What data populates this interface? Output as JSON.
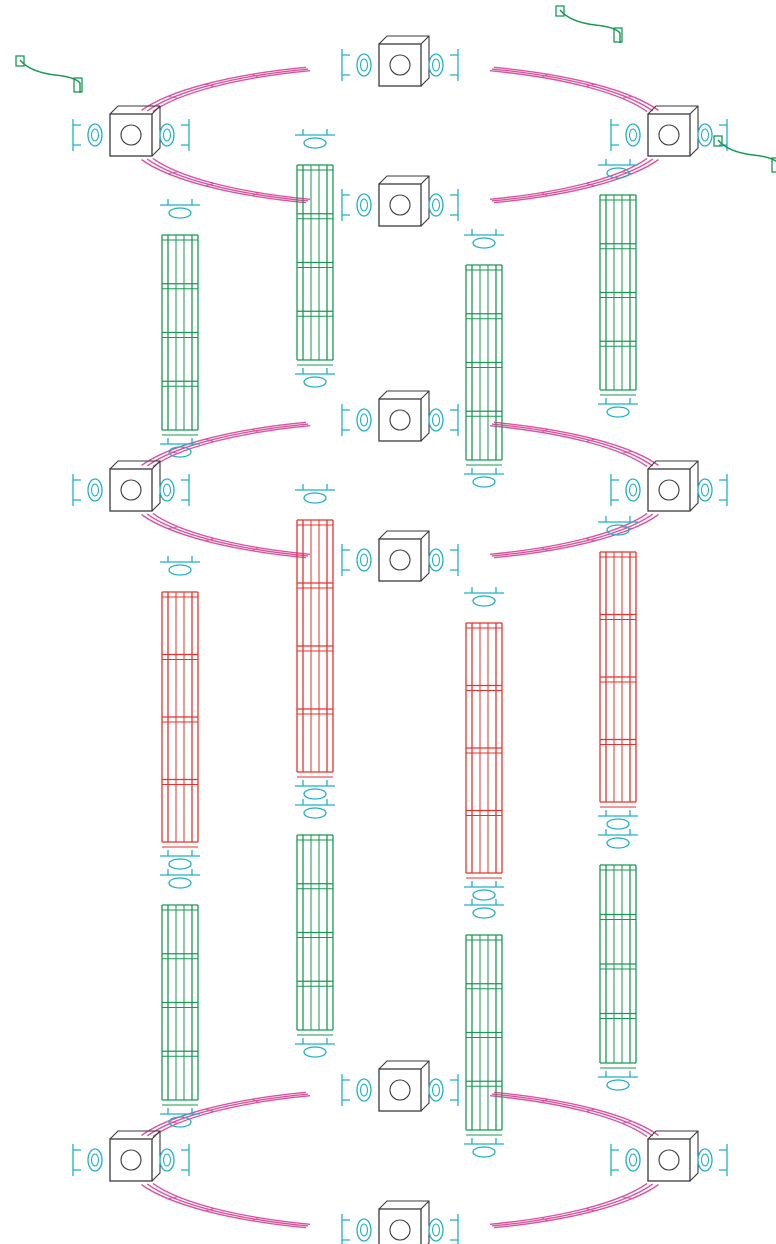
{
  "diagram": {
    "view": "exploded-isometric-assembly",
    "rings": [
      {
        "id": "top",
        "part": "curved-truss-ring",
        "color": "#d9539f"
      },
      {
        "id": "middle",
        "part": "curved-truss-ring",
        "color": "#d9539f"
      },
      {
        "id": "bottom",
        "part": "curved-truss-ring",
        "color": "#d9539f"
      }
    ],
    "corner_cubes": {
      "part": "corner-cube",
      "color": "#3a3a3a"
    },
    "connectors": {
      "part": "spigot-connector",
      "color": "#1fb0c8"
    },
    "columns": [
      {
        "tier": "upper",
        "part": "straight-truss",
        "color": "#169a52"
      },
      {
        "tier": "middle",
        "part": "straight-truss",
        "color": "#e8312c"
      },
      {
        "tier": "lower",
        "part": "straight-truss",
        "color": "#169a52"
      }
    ],
    "clamps": {
      "part": "hanging-clamp",
      "color": "#169a52"
    }
  }
}
